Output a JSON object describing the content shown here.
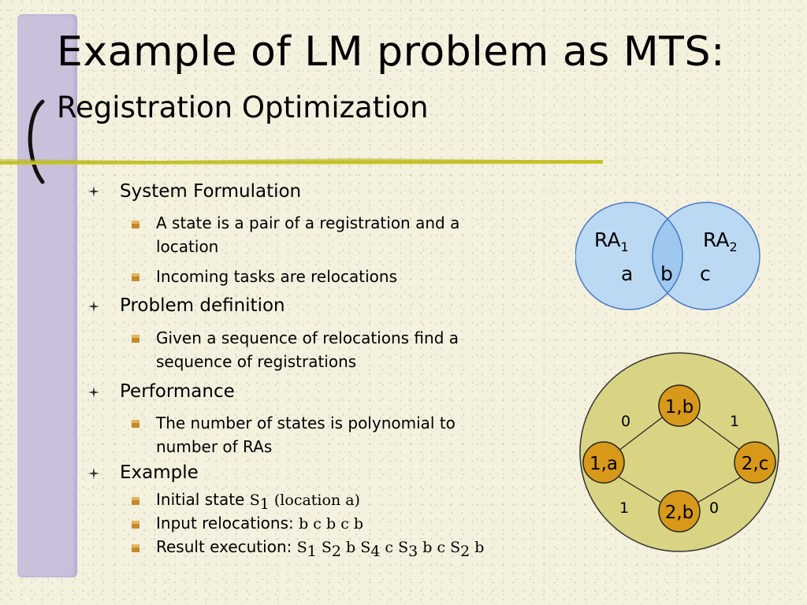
{
  "slide": {
    "title": "Example of LM problem as MTS:",
    "subtitle": "Registration Optimization"
  },
  "outline": {
    "system": {
      "label": "System Formulation",
      "state_line1": "A state is a pair of a registration and a",
      "state_line2": "location",
      "tasks": "Incoming tasks are relocations"
    },
    "problem": {
      "label": "Problem definition",
      "line1": "Given a sequence of relocations find a",
      "line2": "sequence of registrations"
    },
    "performance": {
      "label": "Performance",
      "line1": "The number of states is polynomial to",
      "line2": "number of RAs"
    },
    "example": {
      "label": "Example",
      "initial_label": "Initial state ",
      "initial_s": "S",
      "initial_sub": "1",
      "initial_rest": " (location a)",
      "input_label": "Input relocations: ",
      "input_value": "b c b c b",
      "result_label": "Result execution: ",
      "r_s1": "S",
      "r_s1_sub": "1",
      "r_s2": " S",
      "r_s2_sub": "2",
      "r_b1": " b S",
      "r_s4_sub": "4",
      "r_c1": " c S",
      "r_s3_sub": "3",
      "r_bc": " b c S",
      "r_s2b_sub": "2",
      "r_end": " b"
    }
  },
  "venn": {
    "ra1": "RA",
    "ra1_sub": "1",
    "ra2": "RA",
    "ra2_sub": "2",
    "a": "a",
    "b": "b",
    "c": "c"
  },
  "graph": {
    "node_top": "1,b",
    "node_left": "1,a",
    "node_right": "2,c",
    "node_bottom": "2,b",
    "w_top_left": "0",
    "w_top_right": "1",
    "w_bottom_left": "1",
    "w_bottom_right": "0"
  },
  "colors": {
    "sidebar": "#c9c0dc",
    "rule": "#c9c930",
    "venn_fill": "#bcd9f3",
    "venn_overlap": "#9ec8ee",
    "venn_stroke": "#4a78c4",
    "graph_circle": "#d8d483",
    "node_fill": "#d8981a",
    "bullet": "#c28a2a"
  }
}
